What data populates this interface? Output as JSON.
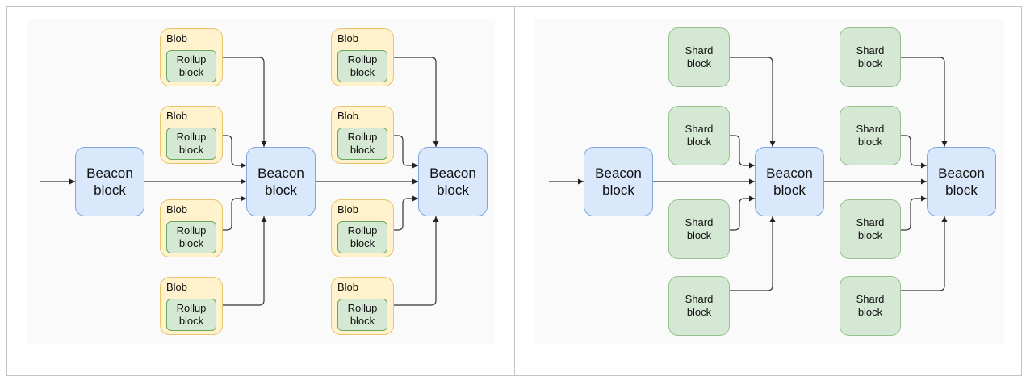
{
  "diagrams": [
    {
      "beacons": [
        {
          "label": "Beacon\nblock"
        },
        {
          "label": "Beacon\nblock"
        },
        {
          "label": "Beacon\nblock"
        }
      ],
      "blobs": [
        {
          "title": "Blob",
          "inner": "Rollup\nblock"
        },
        {
          "title": "Blob",
          "inner": "Rollup\nblock"
        },
        {
          "title": "Blob",
          "inner": "Rollup\nblock"
        },
        {
          "title": "Blob",
          "inner": "Rollup\nblock"
        },
        {
          "title": "Blob",
          "inner": "Rollup\nblock"
        },
        {
          "title": "Blob",
          "inner": "Rollup\nblock"
        },
        {
          "title": "Blob",
          "inner": "Rollup\nblock"
        },
        {
          "title": "Blob",
          "inner": "Rollup\nblock"
        }
      ]
    },
    {
      "beacons": [
        {
          "label": "Beacon\nblock"
        },
        {
          "label": "Beacon\nblock"
        },
        {
          "label": "Beacon\nblock"
        }
      ],
      "shards": [
        {
          "label": "Shard\nblock"
        },
        {
          "label": "Shard\nblock"
        },
        {
          "label": "Shard\nblock"
        },
        {
          "label": "Shard\nblock"
        },
        {
          "label": "Shard\nblock"
        },
        {
          "label": "Shard\nblock"
        },
        {
          "label": "Shard\nblock"
        },
        {
          "label": "Shard\nblock"
        }
      ]
    }
  ]
}
